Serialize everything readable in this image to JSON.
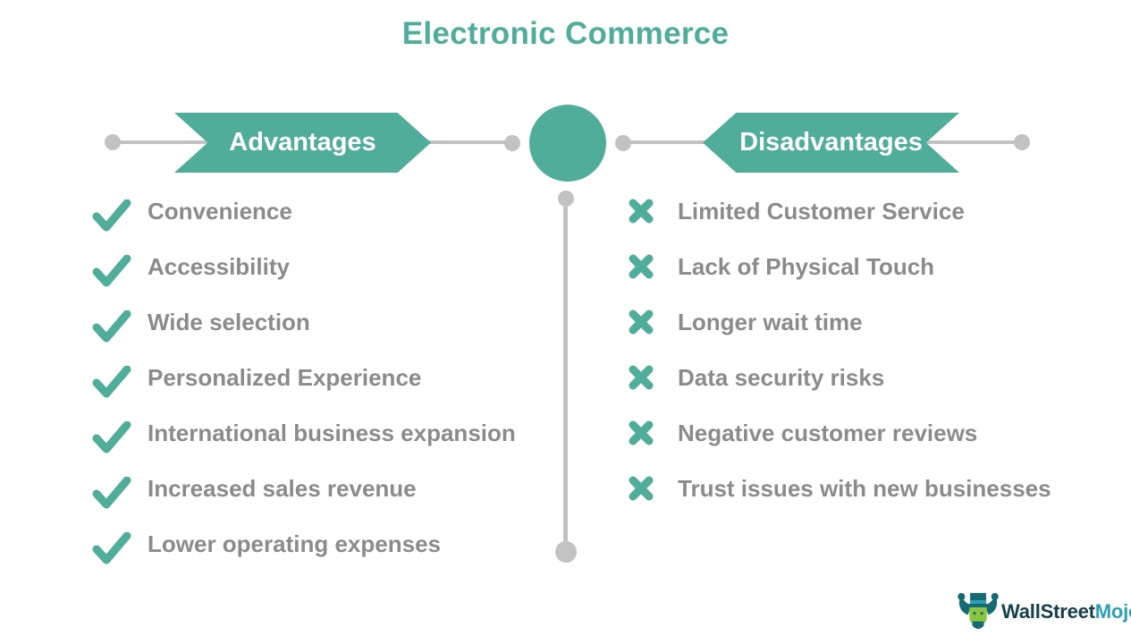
{
  "title": "Electronic Commerce",
  "advantages": {
    "label": "Advantages",
    "items": [
      "Convenience",
      "Accessibility",
      "Wide selection",
      "Personalized Experience",
      "International business expansion",
      "Increased sales revenue",
      "Lower operating expenses"
    ]
  },
  "disadvantages": {
    "label": "Disadvantages",
    "items": [
      "Limited Customer Service",
      "Lack of Physical Touch",
      "Longer wait time",
      "Data security risks",
      "Negative customer reviews",
      "Trust issues with new businesses"
    ]
  },
  "logo": {
    "part1": "WallStreet",
    "part2": "Mojo"
  },
  "icons": {
    "advantage_marker": "check-icon",
    "disadvantage_marker": "cross-icon",
    "brand": "bull-mascot-icon"
  },
  "colors": {
    "accent_teal": "#4fad99",
    "item_text_gray": "#8b8b8b",
    "line_gray": "#c2c2c2",
    "banner_text": "#ffffff",
    "logo_dark": "#14404e",
    "logo_accent": "#2aa0b8",
    "mascot_dark": "#156a74",
    "mascot_green": "#8cc63f"
  }
}
